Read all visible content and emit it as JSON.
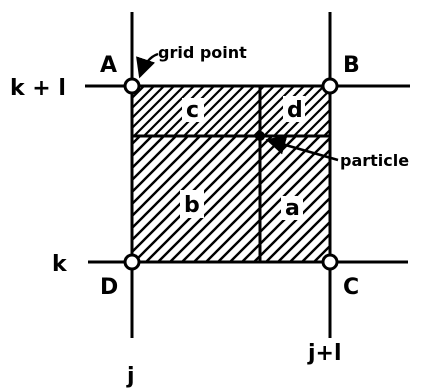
{
  "colors": {
    "ink": "#000000",
    "background": "#ffffff"
  },
  "labels": {
    "row_upper": "k + l",
    "row_lower": "k",
    "col_left": "j",
    "col_right": "j+l",
    "corner_top_left": "A",
    "corner_top_right": "B",
    "corner_bottom_right": "C",
    "corner_bottom_left": "D",
    "area_a": "a",
    "area_b": "b",
    "area_c": "c",
    "area_d": "d",
    "grid_point": "grid point",
    "particle": "particle"
  }
}
